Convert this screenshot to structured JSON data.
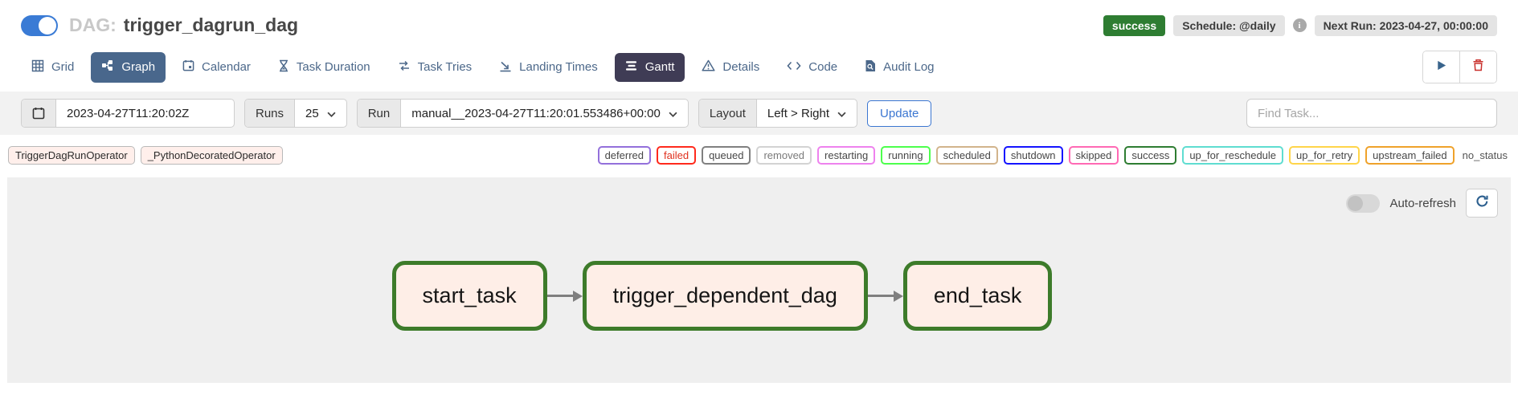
{
  "header": {
    "dag_prefix": "DAG:",
    "dag_name": "trigger_dagrun_dag",
    "status_badge": "success",
    "schedule_badge": "Schedule: @daily",
    "next_run_badge": "Next Run: 2023-04-27, 00:00:00",
    "info_icon_glyph": "i",
    "dag_enabled": "on"
  },
  "tabs": [
    {
      "label": "Grid"
    },
    {
      "label": "Graph"
    },
    {
      "label": "Calendar"
    },
    {
      "label": "Task Duration"
    },
    {
      "label": "Task Tries"
    },
    {
      "label": "Landing Times"
    },
    {
      "label": "Gantt"
    },
    {
      "label": "Details"
    },
    {
      "label": "Code"
    },
    {
      "label": "Audit Log"
    }
  ],
  "filters": {
    "date_value": "2023-04-27T11:20:02Z",
    "runs_label": "Runs",
    "runs_value": "25",
    "run_label": "Run",
    "run_value": "manual__2023-04-27T11:20:01.553486+00:00",
    "layout_label": "Layout",
    "layout_value": "Left > Right",
    "update_label": "Update",
    "find_task_placeholder": "Find Task..."
  },
  "legend": {
    "operators": [
      {
        "label": "TriggerDagRunOperator",
        "color": "#ffefeb"
      },
      {
        "label": "_PythonDecoratedOperator",
        "color": "#ffefeb"
      }
    ],
    "statuses": [
      {
        "label": "deferred",
        "color": "#9370DB"
      },
      {
        "label": "failed",
        "color": "#FF2A1C",
        "text_color": "#e0301e"
      },
      {
        "label": "queued",
        "color": "#808080"
      },
      {
        "label": "removed",
        "color": "#D3D3D3",
        "text_color": "#7a7a7a"
      },
      {
        "label": "restarting",
        "color": "#EE82EE"
      },
      {
        "label": "running",
        "color": "#4DFF4D"
      },
      {
        "label": "scheduled",
        "color": "#D2B48C"
      },
      {
        "label": "shutdown",
        "color": "#1414FF"
      },
      {
        "label": "skipped",
        "color": "#FF69B4"
      },
      {
        "label": "success",
        "color": "#2e7d32"
      },
      {
        "label": "up_for_reschedule",
        "color": "#5FDDD1"
      },
      {
        "label": "up_for_retry",
        "color": "#FFD54A"
      },
      {
        "label": "upstream_failed",
        "color": "#EFA22B"
      }
    ],
    "no_status_label": "no_status"
  },
  "graph": {
    "auto_refresh_label": "Auto-refresh",
    "auto_refresh_state": "off",
    "node_fill": "#feeee7",
    "node_border": "#3d7b2a",
    "edge_color": "#7f7f7f",
    "nodes": [
      {
        "label": "start_task"
      },
      {
        "label": "trigger_dependent_dag"
      },
      {
        "label": "end_task"
      }
    ]
  }
}
